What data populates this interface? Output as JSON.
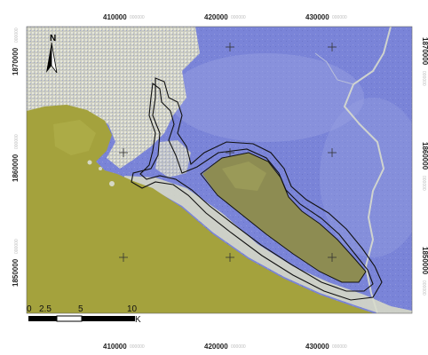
{
  "map": {
    "x_ticks": [
      {
        "value": "410000",
        "faint": "000000"
      },
      {
        "value": "420000",
        "faint": "000000"
      },
      {
        "value": "430000",
        "faint": "000000"
      }
    ],
    "y_ticks": [
      {
        "value": "1870000",
        "faint": "000000"
      },
      {
        "value": "1860000",
        "faint": "000000"
      },
      {
        "value": "1850000",
        "faint": "000000"
      }
    ],
    "north_arrow": {
      "label": "N",
      "icon": "north-arrow-icon"
    },
    "scale_bar": {
      "labels": [
        "0",
        "2.5",
        "5",
        "10"
      ],
      "unit": "K"
    },
    "colors": {
      "land": "#7a84d8",
      "sea": "#a4a23d",
      "lagoon": "#8d8c52",
      "urban": "#dcdcc8",
      "boundary": "#111111"
    }
  }
}
